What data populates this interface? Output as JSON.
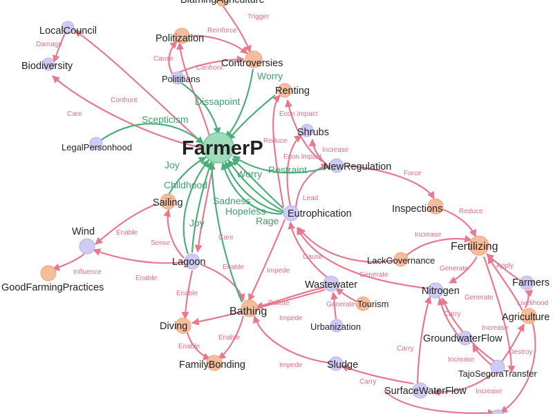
{
  "colors": {
    "blue_node": "#cfcbf5",
    "blue_stroke": "#b6b0ee",
    "orange_node": "#f6bd9c",
    "orange_stroke": "#eea27c",
    "green_node": "#9fdcbb",
    "green_stroke": "#72c79a",
    "edge_red": "#e8788e",
    "edge_green": "#4aad7a"
  },
  "nodes": {
    "blamingagriculture": "BlamingAgriculture",
    "localcouncil": "LocalCouncil",
    "biodiversity": "Biodiversity",
    "politization": "Politization",
    "controversies": "Controversies",
    "polititians": "Polititians",
    "renting": "Renting",
    "shrubs": "Shrubs",
    "legalpersonhood": "LegalPersonhood",
    "farmerp": "FarmerP",
    "newregulation": "NewRegulation",
    "sailing": "Sailing",
    "eutrophication": "Eutrophication",
    "inspections": "Inspections",
    "wind": "Wind",
    "fertilizing": "Fertilizing",
    "lagoon": "Lagoon",
    "lackgovernance": "LackGovernance",
    "goodfarmingpractices": "GoodFarmingPractices",
    "farmers": "Farmers",
    "wastewater": "Wastewater",
    "nitrogen": "Nitrogen",
    "tourism": "Tourism",
    "bathing": "Bathing",
    "agriculture": "Agriculture",
    "diving": "Diving",
    "urbanization": "Urbanization",
    "groundwaterflow": "GroundwaterFlow",
    "familybonding": "FamilyBonding",
    "sludge": "Sludge",
    "tajosegura": "TajoSeguraTransfer",
    "surfacewaterflow": "SurfaceWaterFlow"
  },
  "edges": {
    "trigger": "Trigger",
    "reinforce": "Reinforce",
    "damage": "Damage",
    "cause_pol": "Cause",
    "confront_pol": "Confront",
    "worry_contro": "Worry",
    "confront_bio": "Confront",
    "dissapoint": "Dissapoint",
    "econ_impact_renting": "Econ.Impact",
    "care_bio": "Care",
    "scepticism": "Scepticism",
    "reduce_shrubs": "Reduce",
    "increase_shrubs": "Increase",
    "econ_impact_newreg": "Econ.Impact",
    "force": "Force",
    "joy_top": "Joy",
    "worry_eut": "Worry",
    "restraint": "Restraint",
    "childhood": "Childhood",
    "lead": "Lead",
    "sadness": "Sadness",
    "hopeless": "Hopeless",
    "rage": "Rage",
    "reduce_insp": "Reduce",
    "joy_lagoon": "Joy",
    "enable_wind": "Enable",
    "sense": "Sense",
    "care_lagoon": "Care",
    "increase_fert": "Increase",
    "influence": "Influence",
    "enable_gfp": "Enable",
    "enable_bathing": "Enable",
    "impede_eut": "Impede",
    "cause_ww": "Cause",
    "generate_ww": "Generate",
    "generate_lg": "Generate",
    "apply": "Apply",
    "enable_diving": "Enable",
    "pollute": "Pollute",
    "generate_tourism": "Generate",
    "generate_nit": "Generate",
    "livelihood": "Livelihood",
    "impede_bath": "Impede",
    "carry_gw": "Carry",
    "increase_gw": "Increase",
    "enable_fb1": "Enable",
    "enable_fb2": "Enable",
    "carry_sw": "Carry",
    "destroy": "Destroy",
    "increase_tst": "Increase",
    "impede_sludge": "Impede",
    "carry_sludge": "Carry",
    "increase_sw": "Increase"
  }
}
